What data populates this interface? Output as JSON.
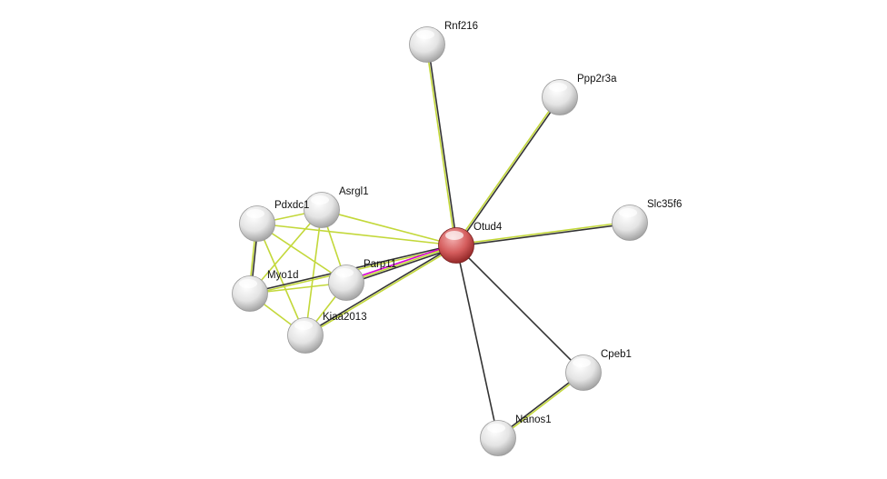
{
  "colors": {
    "textmining": "#c3d83a",
    "coexpression": "#333333",
    "experiments": "#d600d6",
    "query_node": "#c84a4a",
    "node": "#e0e0e0"
  },
  "nodes": [
    {
      "id": "Rnf216",
      "label": "Rnf216",
      "query": false
    },
    {
      "id": "Ppp2r3a",
      "label": "Ppp2r3a",
      "query": false
    },
    {
      "id": "Slc35f6",
      "label": "Slc35f6",
      "query": false
    },
    {
      "id": "Otud4",
      "label": "Otud4",
      "query": true
    },
    {
      "id": "Asrgl1",
      "label": "Asrgl1",
      "query": false
    },
    {
      "id": "Pdxdc1",
      "label": "Pdxdc1",
      "query": false
    },
    {
      "id": "Parp11",
      "label": "Parp11",
      "query": false
    },
    {
      "id": "Myo1d",
      "label": "Myo1d",
      "query": false
    },
    {
      "id": "Kiaa2013",
      "label": "Kiaa2013",
      "query": false
    },
    {
      "id": "Cpeb1",
      "label": "Cpeb1",
      "query": false
    },
    {
      "id": "Nanos1",
      "label": "Nanos1",
      "query": false
    }
  ],
  "edges": [
    {
      "a": "Pdxdc1",
      "b": "Asrgl1",
      "types": [
        "textmining"
      ]
    },
    {
      "a": "Pdxdc1",
      "b": "Otud4",
      "types": [
        "textmining"
      ]
    },
    {
      "a": "Asrgl1",
      "b": "Otud4",
      "types": [
        "textmining"
      ]
    },
    {
      "a": "Pdxdc1",
      "b": "Myo1d",
      "types": [
        "coexpression",
        "textmining"
      ]
    },
    {
      "a": "Pdxdc1",
      "b": "Parp11",
      "types": [
        "textmining"
      ]
    },
    {
      "a": "Pdxdc1",
      "b": "Kiaa2013",
      "types": [
        "textmining"
      ]
    },
    {
      "a": "Asrgl1",
      "b": "Myo1d",
      "types": [
        "textmining"
      ]
    },
    {
      "a": "Asrgl1",
      "b": "Parp11",
      "types": [
        "textmining"
      ]
    },
    {
      "a": "Asrgl1",
      "b": "Kiaa2013",
      "types": [
        "textmining"
      ]
    },
    {
      "a": "Myo1d",
      "b": "Parp11",
      "types": [
        "textmining"
      ]
    },
    {
      "a": "Myo1d",
      "b": "Otud4",
      "types": [
        "coexpression",
        "textmining"
      ]
    },
    {
      "a": "Myo1d",
      "b": "Kiaa2013",
      "types": [
        "textmining"
      ]
    },
    {
      "a": "Parp11",
      "b": "Otud4",
      "types": [
        "experiments",
        "textmining",
        "coexpression"
      ]
    },
    {
      "a": "Parp11",
      "b": "Kiaa2013",
      "types": [
        "textmining"
      ]
    },
    {
      "a": "Kiaa2013",
      "b": "Otud4",
      "types": [
        "coexpression",
        "textmining"
      ]
    },
    {
      "a": "Rnf216",
      "b": "Otud4",
      "types": [
        "coexpression",
        "textmining"
      ]
    },
    {
      "a": "Ppp2r3a",
      "b": "Otud4",
      "types": [
        "coexpression",
        "textmining"
      ]
    },
    {
      "a": "Slc35f6",
      "b": "Otud4",
      "types": [
        "coexpression",
        "textmining"
      ]
    },
    {
      "a": "Cpeb1",
      "b": "Otud4",
      "types": [
        "coexpression"
      ]
    },
    {
      "a": "Nanos1",
      "b": "Otud4",
      "types": [
        "coexpression"
      ]
    },
    {
      "a": "Cpeb1",
      "b": "Nanos1",
      "types": [
        "textmining",
        "coexpression"
      ]
    }
  ]
}
